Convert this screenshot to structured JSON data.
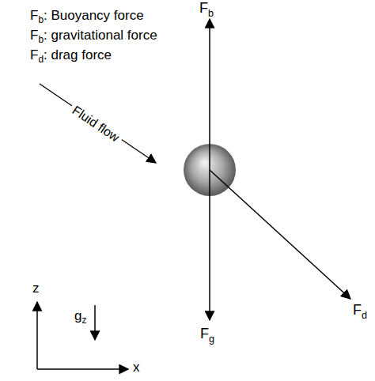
{
  "diagram": {
    "labels": [
      "Fb: Buoyancy force",
      "Fb: gravitational force",
      "Fd: drag force",
      "Fb",
      "Fg",
      "Fd",
      "Fluid flow",
      "z",
      "gz",
      "x"
    ]
  }
}
